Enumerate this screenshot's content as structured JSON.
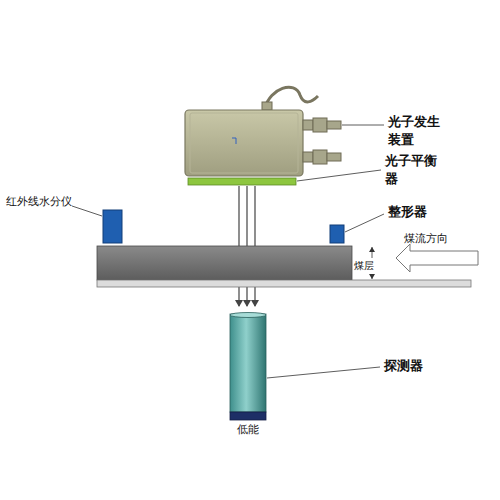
{
  "diagram": {
    "nodes": [
      {
        "text": [
          "低能"
        ]
      }
    ],
    "labels": [
      "光子发生装置",
      "光子平衡器",
      "红外线水分仪",
      "整形器",
      "煤流方向",
      "煤层",
      "探测器"
    ]
  }
}
